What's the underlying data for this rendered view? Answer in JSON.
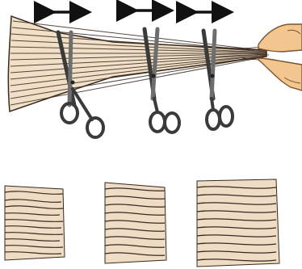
{
  "illustration": {
    "arrows": [
      {
        "name": "arrow-left",
        "icon": "double-headed-arrow-icon"
      },
      {
        "name": "arrow-middle",
        "icon": "double-headed-arrow-icon"
      },
      {
        "name": "arrow-right",
        "icon": "double-headed-arrow-icon"
      }
    ],
    "scissors": [
      {
        "name": "scissors-left",
        "icon": "scissors-icon"
      },
      {
        "name": "scissors-middle",
        "icon": "scissors-icon"
      },
      {
        "name": "scissors-right",
        "icon": "scissors-icon"
      }
    ],
    "hand": {
      "icon": "hand-pinch-icon"
    },
    "samples": [
      {
        "name": "hair-sample-left"
      },
      {
        "name": "hair-sample-middle"
      },
      {
        "name": "hair-sample-right"
      }
    ],
    "colors": {
      "hair_fill": "#eedcc4",
      "hair_stroke": "#3a2a1e",
      "skin": "#f3c68f",
      "scissors_metal": "#6e6e6e",
      "scissors_dark": "#3a3a3a",
      "arrow": "#111111"
    }
  }
}
